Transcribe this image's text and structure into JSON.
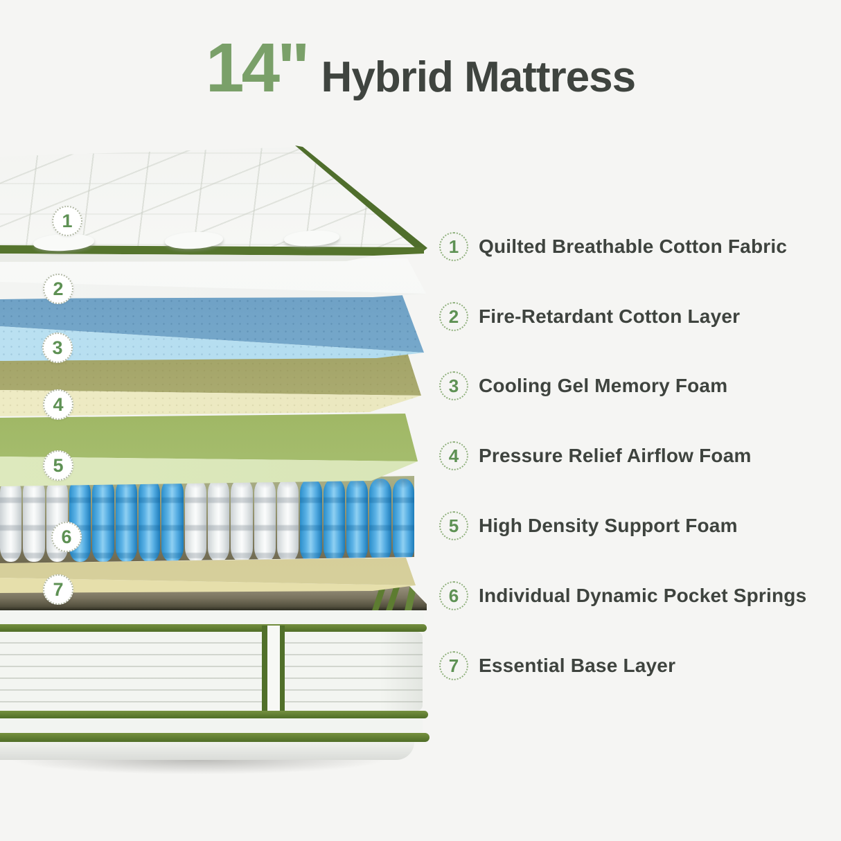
{
  "title": {
    "size_label": "14\"",
    "product_name": "Hybrid Mattress"
  },
  "layers": [
    {
      "number": "1",
      "label": "Quilted Breathable Cotton Fabric"
    },
    {
      "number": "2",
      "label": "Fire-Retardant Cotton Layer"
    },
    {
      "number": "3",
      "label": "Cooling Gel Memory Foam"
    },
    {
      "number": "4",
      "label": "Pressure Relief Airflow Foam"
    },
    {
      "number": "5",
      "label": "High Density Support Foam"
    },
    {
      "number": "6",
      "label": "Individual Dynamic Pocket Springs"
    },
    {
      "number": "7",
      "label": "Essential Base Layer"
    }
  ],
  "colors": {
    "background": "#f5f5f3",
    "title_green": "#7aa069",
    "title_text": "#3f443f",
    "badge_number_green": "#5e9154",
    "quilt_trim_green": "#4f6e2c",
    "base_piping_green": "#5c7c31",
    "memory_foam_blue": "#aed7ec",
    "spring_blue": "#3fa3de",
    "airflow_foam_cream": "#e9e6bd",
    "support_foam_green": "#c3d795",
    "base_layer_cream": "#e3dcaa"
  }
}
